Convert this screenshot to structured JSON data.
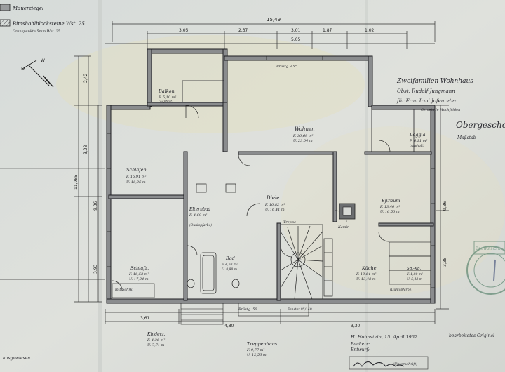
{
  "legend": {
    "row1": "Mauerziegel",
    "row2": "Bimshohlblocksteine Wst. 25",
    "row3": "Grenzpunkte 5mm Wst. 25"
  },
  "project": {
    "line1": "Zweifamilien-Wohnhaus",
    "line2": "Obst. Rudolf Jungmann",
    "line3": "für Frau Irmi Jofenreter",
    "line4": "Gemeinde Hochfelden",
    "sheet_title": "Obergeschoß",
    "scale": "Maßstab"
  },
  "signoff": {
    "place_date": "H. Hohnstein, 15. April 1962",
    "role1": "Bauherr:",
    "role2": "Entwurf:",
    "signature": "(Unterschrift)",
    "right_note": "bearbeitetes Original"
  },
  "stamp": {
    "text": "Bauaufsicht"
  },
  "bottom_left": {
    "note": "ausgewiesen"
  },
  "dims": {
    "overall_width": "15,49",
    "top_a": "3,05",
    "top_b": "2,37",
    "top_c": "3,01",
    "top_d": "1,87",
    "top_e": "1,02",
    "top_f": "5,05",
    "left_total": "11,985",
    "left_a": "2,42",
    "left_b": "3,28",
    "left_c": "9,36",
    "left_d": "3,93",
    "bottom_a": "3,61",
    "bottom_b": "4,80",
    "bottom_c": "3,30",
    "right_a": "9,36",
    "right_b": "3,38"
  },
  "rooms": [
    {
      "name": "Balkon",
      "area": "F. 5,10 m²",
      "floor": "(Asphalt)"
    },
    {
      "name": "Brüstg. 45°",
      "area": "",
      "floor": ""
    },
    {
      "name": "Wohnen",
      "area": "F. 30,69 m²",
      "floor": "U. 23,04 m"
    },
    {
      "name": "Loggia",
      "area": "F. 6,11 m²",
      "floor": "(Asphalt)"
    },
    {
      "name": "Schlafen",
      "area": "F. 15,91 m²",
      "floor": "U. 18,06 m"
    },
    {
      "name": "Elternbad",
      "area": "F. 4,69 m²",
      "floor": "(Dunlopfarbe)"
    },
    {
      "name": "Diele",
      "area": "F. 10,82 m²",
      "floor": "U. 16,41 m"
    },
    {
      "name": "Eßraum",
      "area": "F. 13,40 m²",
      "floor": "U. 16,50 m"
    },
    {
      "name": "Schlafz.",
      "area": "F. 16,53 m²",
      "floor": "U. 17,04 m"
    },
    {
      "name": "Bad",
      "area": "F. 4,70 m²",
      "floor": "U. 8,98 m"
    },
    {
      "name": "Küche",
      "area": "F. 10,64 m²",
      "floor": "U. 13,48 m"
    },
    {
      "name": "Sp.-Kb.",
      "area": "F. 1,80 m²",
      "floor": "U. 5,48 m"
    },
    {
      "name": "Kinderz.",
      "area": "F. 4,36 m²",
      "floor": "U. 7,71 m"
    },
    {
      "name": "Treppenhaus",
      "area": "F. 9,77 m²",
      "floor": "U. 12,56 m"
    }
  ],
  "labels": {
    "fireplace": "Kamin",
    "stairs": "Treppe",
    "wardrobe": "mit Schrk.",
    "floor_note": "(Dunlopfarbe)",
    "sill": "Brüstg. 50",
    "window_note": "Fenster 95/140"
  },
  "colors": {
    "paper": "#d9dcd8",
    "ink": "#202026",
    "wall_fill": "#8a8c8e"
  }
}
